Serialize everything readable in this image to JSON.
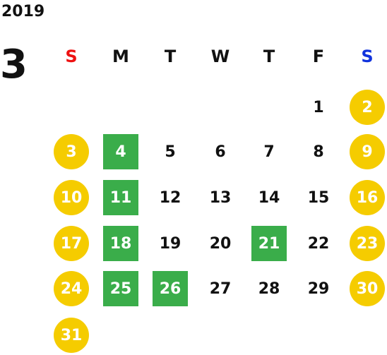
{
  "calendar": {
    "year": "2019",
    "month": "3",
    "weekdays": [
      {
        "label": "S",
        "color": "#ee1111"
      },
      {
        "label": "M",
        "color": "#111111"
      },
      {
        "label": "T",
        "color": "#111111"
      },
      {
        "label": "W",
        "color": "#111111"
      },
      {
        "label": "T",
        "color": "#111111"
      },
      {
        "label": "F",
        "color": "#111111"
      },
      {
        "label": "S",
        "color": "#1133dd"
      }
    ],
    "weeks": [
      [
        null,
        null,
        null,
        null,
        null,
        {
          "day": "1",
          "style": "plain"
        },
        {
          "day": "2",
          "style": "weekend"
        }
      ],
      [
        {
          "day": "3",
          "style": "weekend"
        },
        {
          "day": "4",
          "style": "marked"
        },
        {
          "day": "5",
          "style": "plain"
        },
        {
          "day": "6",
          "style": "plain"
        },
        {
          "day": "7",
          "style": "plain"
        },
        {
          "day": "8",
          "style": "plain"
        },
        {
          "day": "9",
          "style": "weekend"
        }
      ],
      [
        {
          "day": "10",
          "style": "weekend"
        },
        {
          "day": "11",
          "style": "marked"
        },
        {
          "day": "12",
          "style": "plain"
        },
        {
          "day": "13",
          "style": "plain"
        },
        {
          "day": "14",
          "style": "plain"
        },
        {
          "day": "15",
          "style": "plain"
        },
        {
          "day": "16",
          "style": "weekend"
        }
      ],
      [
        {
          "day": "17",
          "style": "weekend"
        },
        {
          "day": "18",
          "style": "marked"
        },
        {
          "day": "19",
          "style": "plain"
        },
        {
          "day": "20",
          "style": "plain"
        },
        {
          "day": "21",
          "style": "marked"
        },
        {
          "day": "22",
          "style": "plain"
        },
        {
          "day": "23",
          "style": "weekend"
        }
      ],
      [
        {
          "day": "24",
          "style": "weekend"
        },
        {
          "day": "25",
          "style": "marked"
        },
        {
          "day": "26",
          "style": "marked"
        },
        {
          "day": "27",
          "style": "plain"
        },
        {
          "day": "28",
          "style": "plain"
        },
        {
          "day": "29",
          "style": "plain"
        },
        {
          "day": "30",
          "style": "weekend"
        }
      ],
      [
        {
          "day": "31",
          "style": "weekend"
        },
        null,
        null,
        null,
        null,
        null,
        null
      ]
    ],
    "colors": {
      "weekend_circle": "#f5cc00",
      "marked_square": "#3aad4a",
      "sunday_header": "#ee1111",
      "saturday_header": "#1133dd"
    }
  }
}
